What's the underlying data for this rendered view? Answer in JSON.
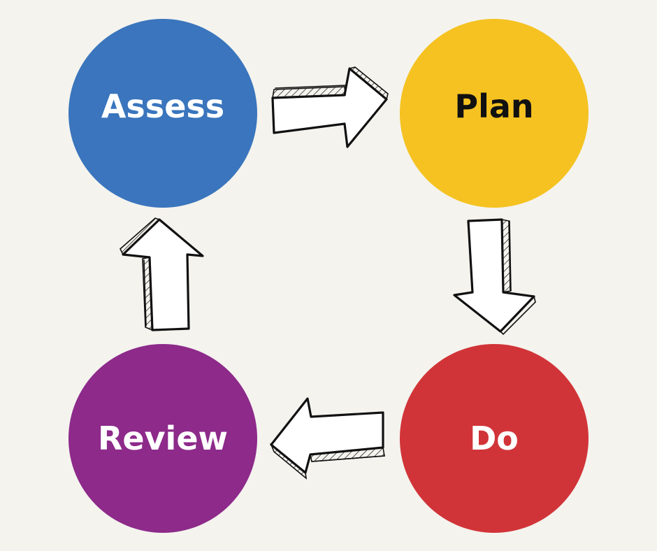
{
  "diagram": {
    "type": "cycle",
    "nodes": [
      {
        "id": "assess",
        "label": "Assess",
        "color": "#3a75bd",
        "text_color": "#ffffff"
      },
      {
        "id": "plan",
        "label": "Plan",
        "color": "#f5c221",
        "text_color": "#111111"
      },
      {
        "id": "do",
        "label": "Do",
        "color": "#d13438",
        "text_color": "#ffffff"
      },
      {
        "id": "review",
        "label": "Review",
        "color": "#8d2a8a",
        "text_color": "#ffffff"
      }
    ],
    "edges": [
      {
        "from": "assess",
        "to": "plan",
        "style": "hand-drawn-arrow"
      },
      {
        "from": "plan",
        "to": "do",
        "style": "hand-drawn-arrow"
      },
      {
        "from": "do",
        "to": "review",
        "style": "hand-drawn-arrow"
      },
      {
        "from": "review",
        "to": "assess",
        "style": "hand-drawn-arrow"
      }
    ]
  },
  "colors": {
    "background": "#f4f3ee",
    "arrow_fill": "#ffffff",
    "arrow_stroke": "#111111"
  }
}
